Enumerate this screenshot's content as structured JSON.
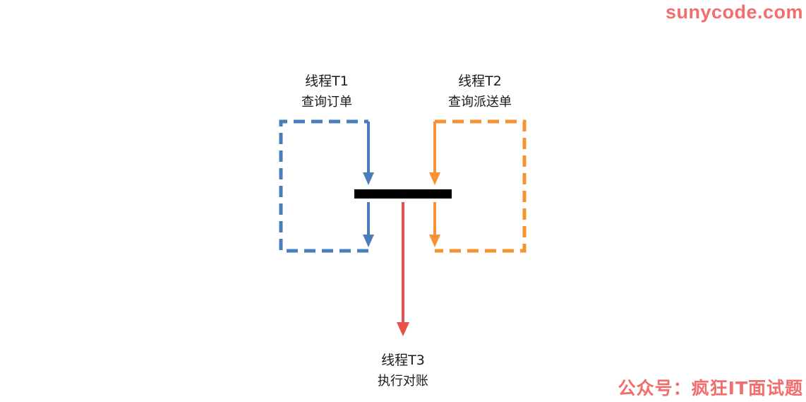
{
  "watermark": {
    "site": "sunycode.com",
    "account": "公众号：疯狂IT面试题"
  },
  "threads": {
    "t1": {
      "name": "线程T1",
      "task": "查询订单"
    },
    "t2": {
      "name": "线程T2",
      "task": "查询派送单"
    },
    "t3": {
      "name": "线程T3",
      "task": "执行对账"
    }
  },
  "colors": {
    "t1": "#4a7ebb",
    "t2": "#f79233",
    "t3": "#e8504a",
    "barrier": "#000000",
    "watermark": "#f26d6d"
  }
}
